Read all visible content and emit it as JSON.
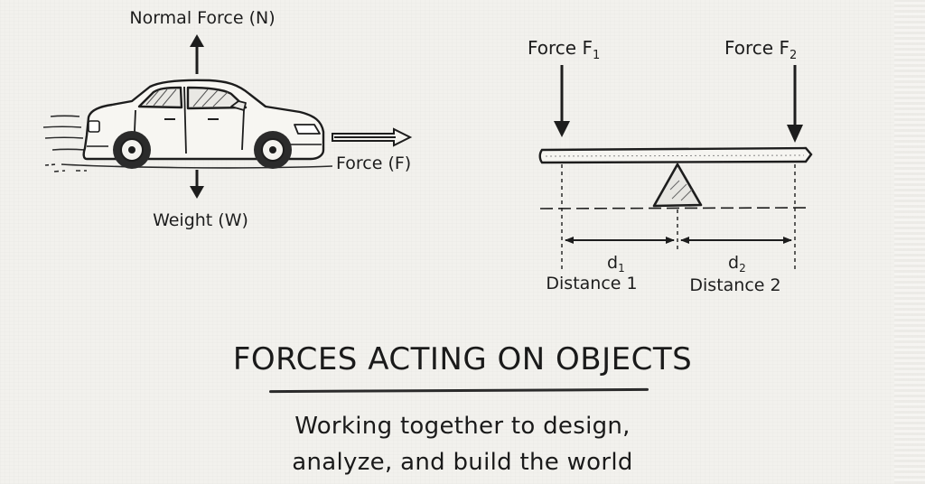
{
  "car_diagram": {
    "normal_force_label": "Normal Force (N)",
    "applied_force_label": "Force (F)",
    "weight_label": "Weight (W)"
  },
  "lever_diagram": {
    "force1_label": "Force F",
    "force1_subscript": "1",
    "force2_label": "Force F",
    "force2_subscript": "2",
    "d1_label": "d",
    "d1_subscript": "1",
    "d2_label": "d",
    "d2_subscript": "2",
    "distance1_label": "Distance 1",
    "distance2_label": "Distance 2"
  },
  "title": "FORCES ACTING ON OBJECTS",
  "subtitle": {
    "line1": "Working together to design,",
    "line2": "analyze, and build the world"
  }
}
